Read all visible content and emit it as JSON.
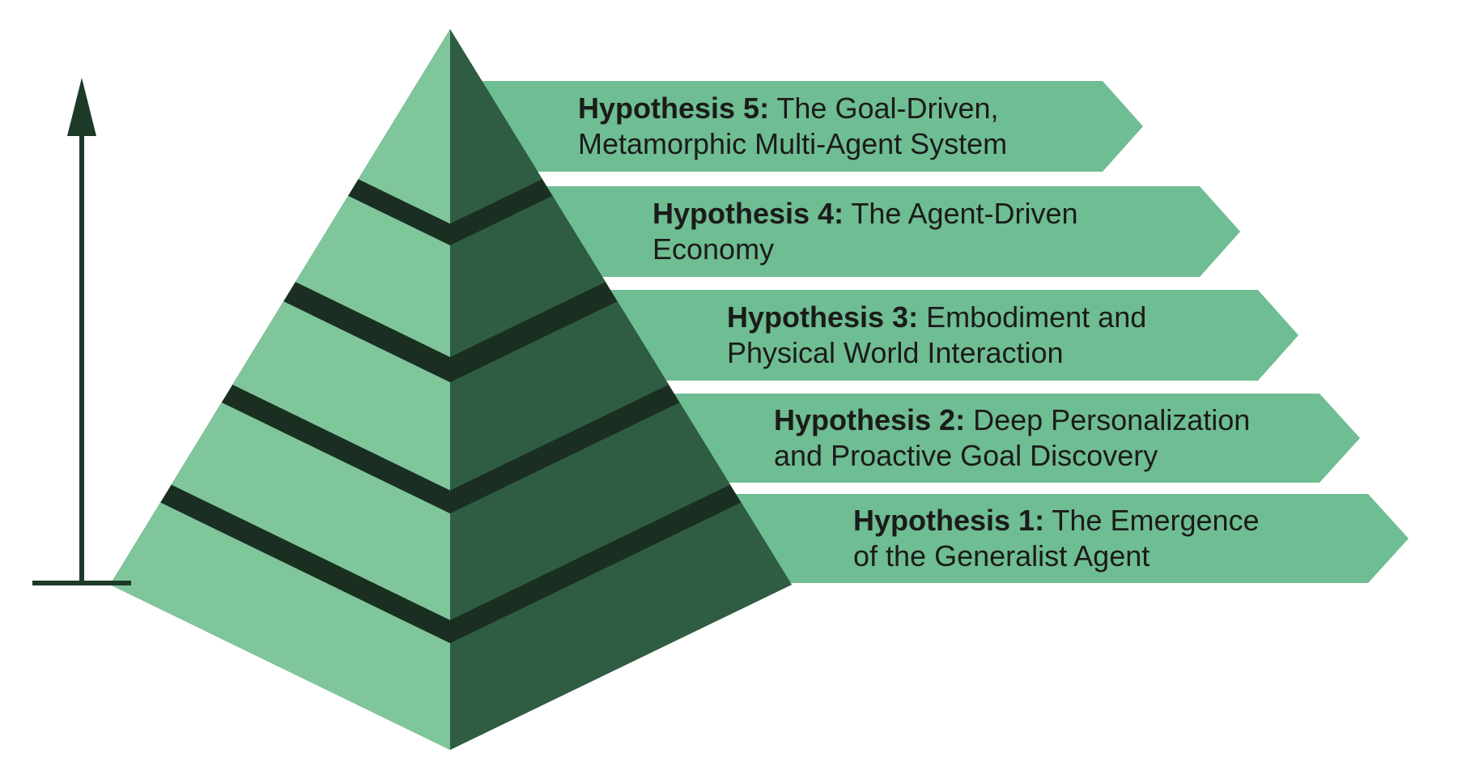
{
  "colors": {
    "background": "#ffffff",
    "banner-green": "#6fbd92",
    "pyramid-light": "#7fc69b",
    "pyramid-dark": "#2f5d43",
    "pyramid-gap": "#1a2f22",
    "axis-dark": "#1d3a29",
    "text-dark": "#1b1b1b"
  },
  "figure": {
    "type": "pyramid-diagram",
    "levels": [
      {
        "number": "5",
        "prefix": "Hypothesis 5:",
        "title_line1": "The Goal-Driven,",
        "title_line2": "Metamorphic Multi-Agent System"
      },
      {
        "number": "4",
        "prefix": "Hypothesis 4:",
        "title_line1": "The Agent-Driven",
        "title_line2": "Economy"
      },
      {
        "number": "3",
        "prefix": "Hypothesis 3:",
        "title_line1": "Embodiment and",
        "title_line2": "Physical World Interaction"
      },
      {
        "number": "2",
        "prefix": "Hypothesis 2:",
        "title_line1": "Deep Personalization",
        "title_line2": "and Proactive Goal Discovery"
      },
      {
        "number": "1",
        "prefix": "Hypothesis 1:",
        "title_line1": "The Emergence",
        "title_line2": "of the Generalist Agent"
      }
    ]
  }
}
